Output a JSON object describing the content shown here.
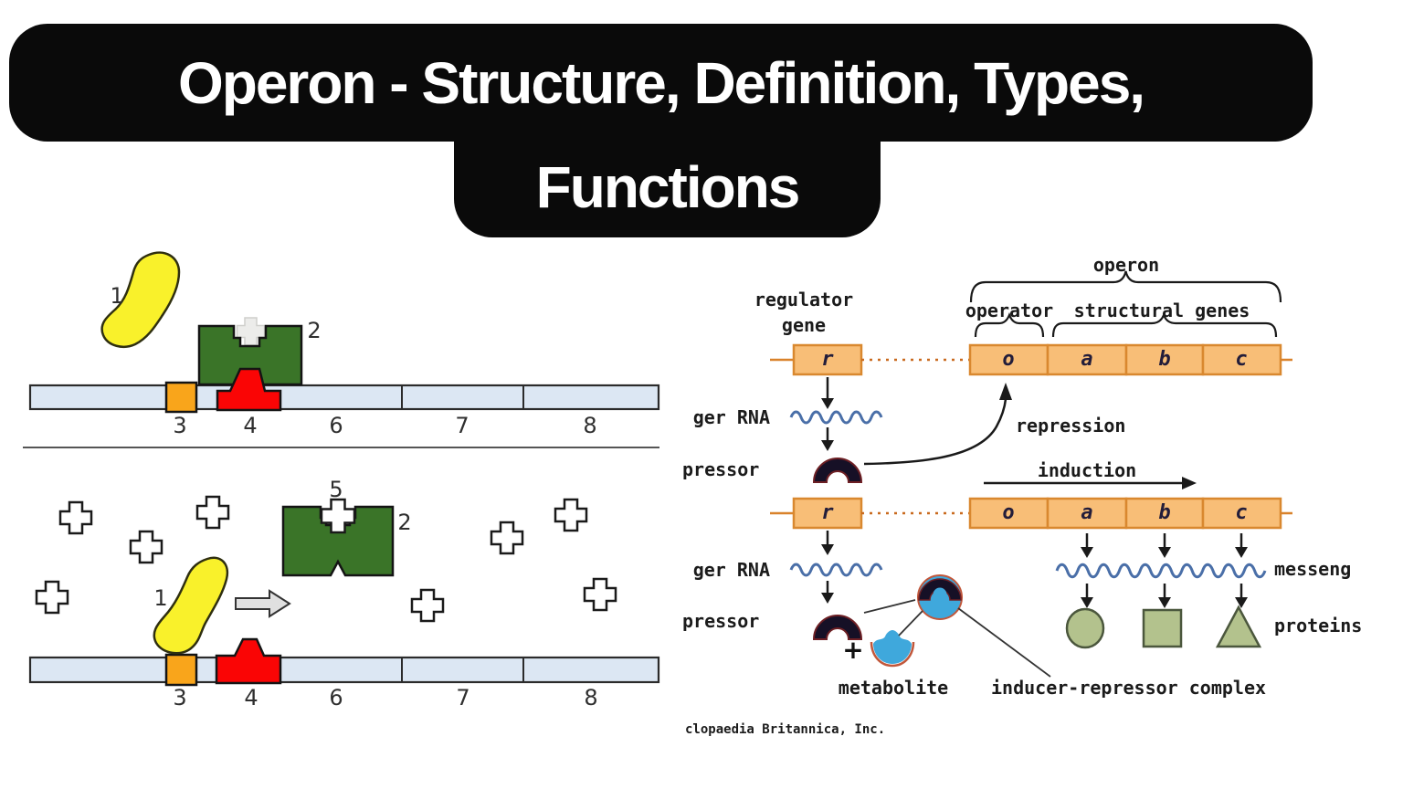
{
  "title": {
    "line1": "Operon - Structure, Definition, Types,",
    "line2": "Functions"
  },
  "left_diagram": {
    "top_panel": {
      "label_repressor_blob": "1",
      "label_repressor_protein": "2",
      "seg_promoter": "3",
      "seg_operator": "4",
      "seg_gene6": "6",
      "seg_gene7": "7",
      "seg_gene8": "8"
    },
    "bottom_panel": {
      "label_repressor_blob": "1",
      "label_repressor_protein": "2",
      "label_inducer": "5",
      "seg_promoter": "3",
      "seg_operator": "4",
      "seg_gene6": "6",
      "seg_gene7": "7",
      "seg_gene8": "8"
    }
  },
  "right_diagram": {
    "labels": {
      "operon": "operon",
      "regulator_line1": "regulator",
      "regulator_line2": "gene",
      "operator": "operator",
      "structural_genes": "structural genes",
      "repression": "repression",
      "induction": "induction",
      "messenger_rna_top": "ger RNA",
      "repressor_top": "pressor",
      "messenger_rna_bottom": "ger RNA",
      "repressor_bottom": "pressor",
      "plus": "+",
      "metabolite": "metabolite",
      "inducer_repressor_complex": "inducer-repressor complex",
      "messenger_rna_right": "messeng",
      "proteins": "proteins"
    },
    "genes_top": {
      "r": "r",
      "o": "o",
      "a": "a",
      "b": "b",
      "c": "c"
    },
    "genes_bottom": {
      "r": "r",
      "o": "o",
      "a": "a",
      "b": "b",
      "c": "c"
    },
    "credit": "clopaedia Britannica, Inc."
  },
  "colors": {
    "title_bg": "#0a0a0a",
    "dna_bar_blue": "#dce7f3",
    "promoter_orange": "#f9a51b",
    "operator_red": "#fa0505",
    "repressor_green": "#3a7428",
    "inducer_yellow": "#f9f12b",
    "gene_box_fill": "#f8be77",
    "gene_box_border": "#d9882f",
    "rna_squiggle_blue": "#4a6fa8",
    "repressor_dark": "#161026",
    "metabolite_blue": "#3fa8dc",
    "protein_green": "#b3c28d"
  }
}
